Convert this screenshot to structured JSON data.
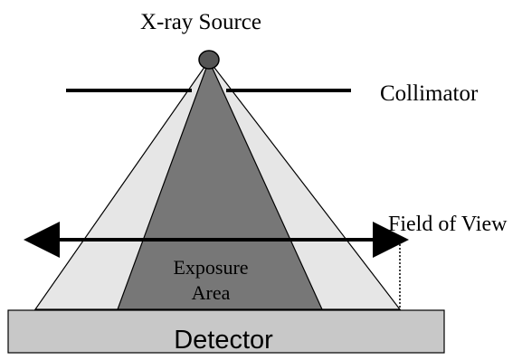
{
  "labels": {
    "source": "X-ray Source",
    "collimator": "Collimator",
    "field_of_view": "Field of View",
    "exposure_line1": "Exposure",
    "exposure_line2": "Area",
    "detector": "Detector"
  },
  "colors": {
    "outer_beam": "#e6e6e6",
    "inner_beam": "#777777",
    "detector": "#c8c8c8",
    "source": "#555555",
    "stroke": "#000000"
  }
}
